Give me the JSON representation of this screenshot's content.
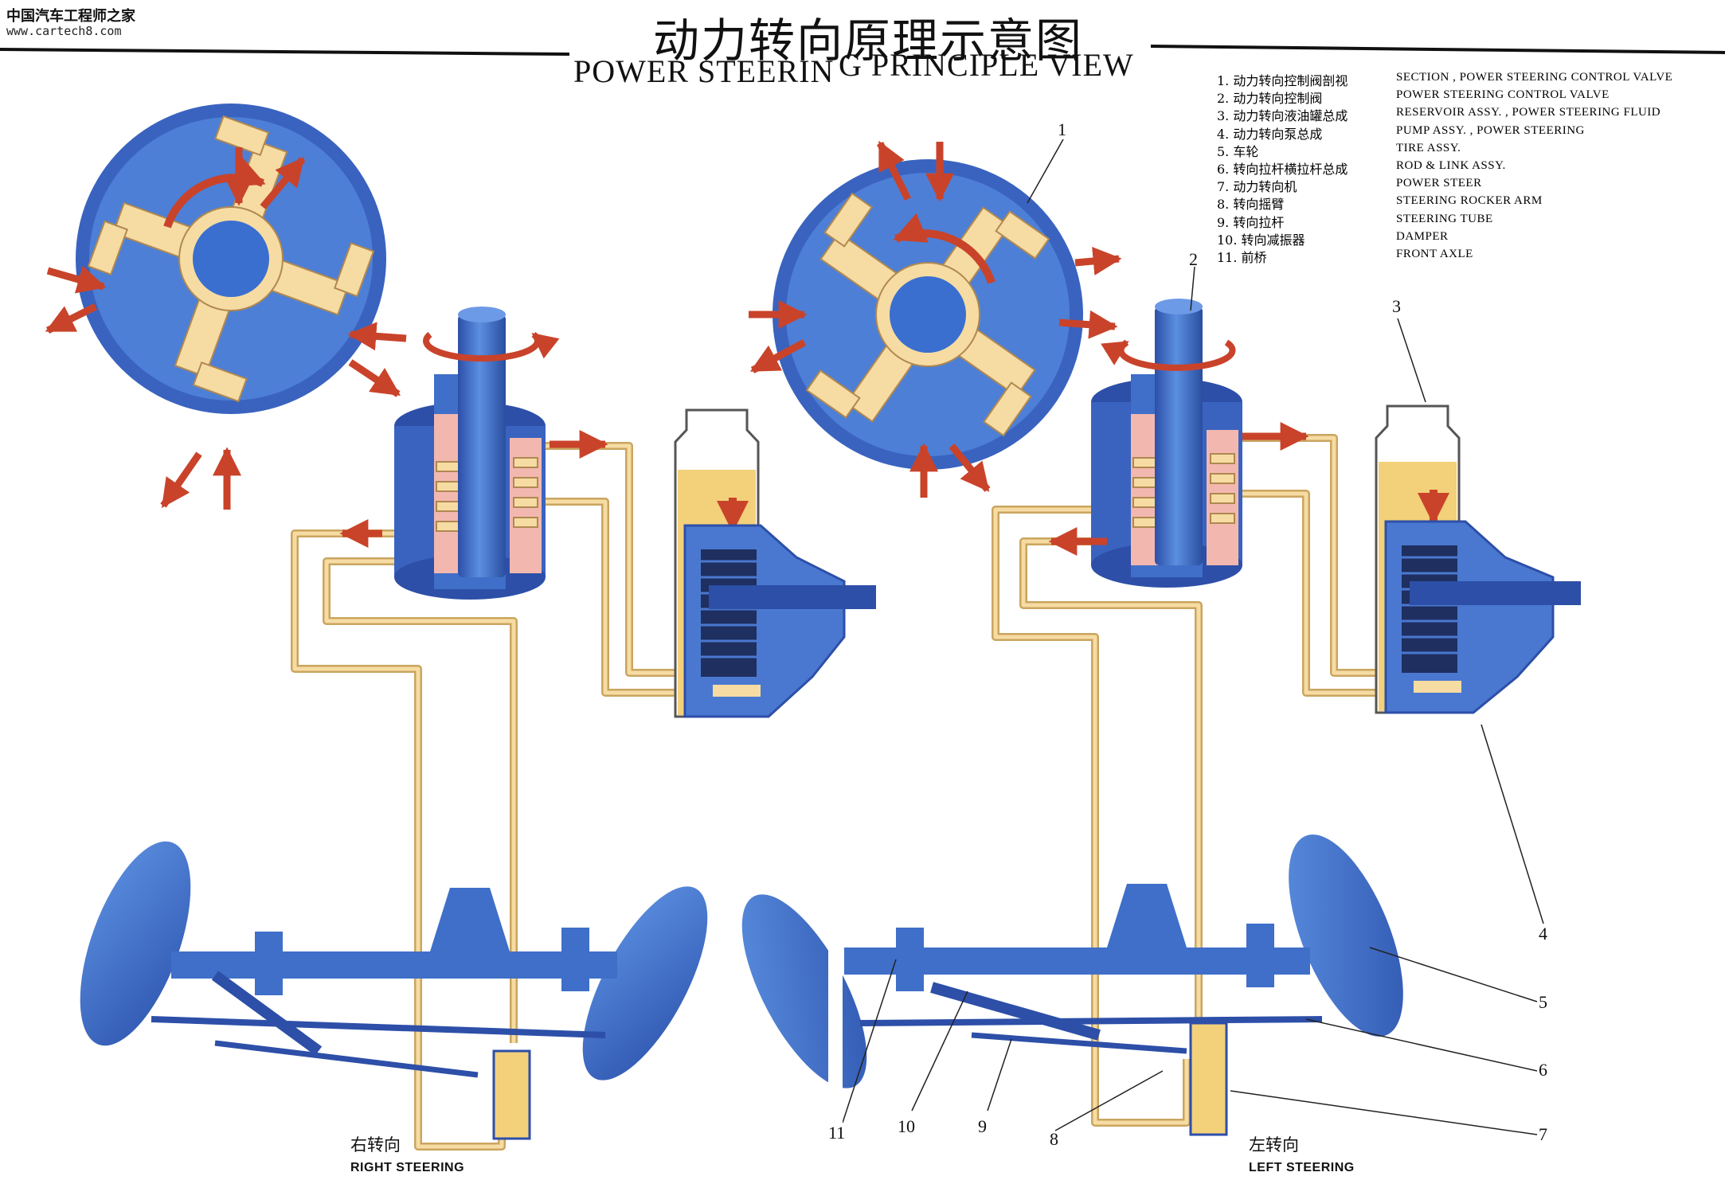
{
  "watermark": {
    "site_name": "中国汽车工程师之家",
    "url": "www.cartech8.com"
  },
  "title": {
    "zh": "动力转向原理示意图",
    "en_part1": "POWER STEERIN",
    "en_part2": "G PRINCIPLE VIEW"
  },
  "legend": [
    {
      "zh": "1. 动力转向控制阀剖视",
      "en": "SECTION , POWER STEERING CONTROL VALVE"
    },
    {
      "zh": "2. 动力转向控制阀",
      "en": "POWER STEERING CONTROL VALVE"
    },
    {
      "zh": "3. 动力转向液油罐总成",
      "en": "RESERVOIR ASSY. , POWER STEERING FLUID"
    },
    {
      "zh": "4. 动力转向泵总成",
      "en": "PUMP ASSY. , POWER STEERING"
    },
    {
      "zh": "5. 车轮",
      "en": "TIRE    ASSY."
    },
    {
      "zh": "6. 转向拉杆横拉杆总成",
      "en": "ROD & LINK ASSY."
    },
    {
      "zh": "7. 动力转向机",
      "en": "POWER STEER"
    },
    {
      "zh": "8. 转向摇臂",
      "en": "STEERING ROCKER ARM"
    },
    {
      "zh": "9. 转向拉杆",
      "en": "STEERING TUBE"
    },
    {
      "zh": "10. 转向减振器",
      "en": "DAMPER"
    },
    {
      "zh": "11. 前桥",
      "en": "FRONT AXLE"
    }
  ],
  "callouts": [
    "1",
    "2",
    "3",
    "4",
    "5",
    "6",
    "7",
    "8",
    "9",
    "10",
    "11"
  ],
  "captions": {
    "right": {
      "zh": "右转向",
      "en": "RIGHT STEERING"
    },
    "left": {
      "zh": "左转向",
      "en": "LEFT STEERING"
    }
  },
  "colors": {
    "blue": "#3f6fc8",
    "blue_light": "#5b8fe0",
    "cream": "#f6dca2",
    "red": "#c9432a",
    "fluid": "#f3d07a"
  }
}
